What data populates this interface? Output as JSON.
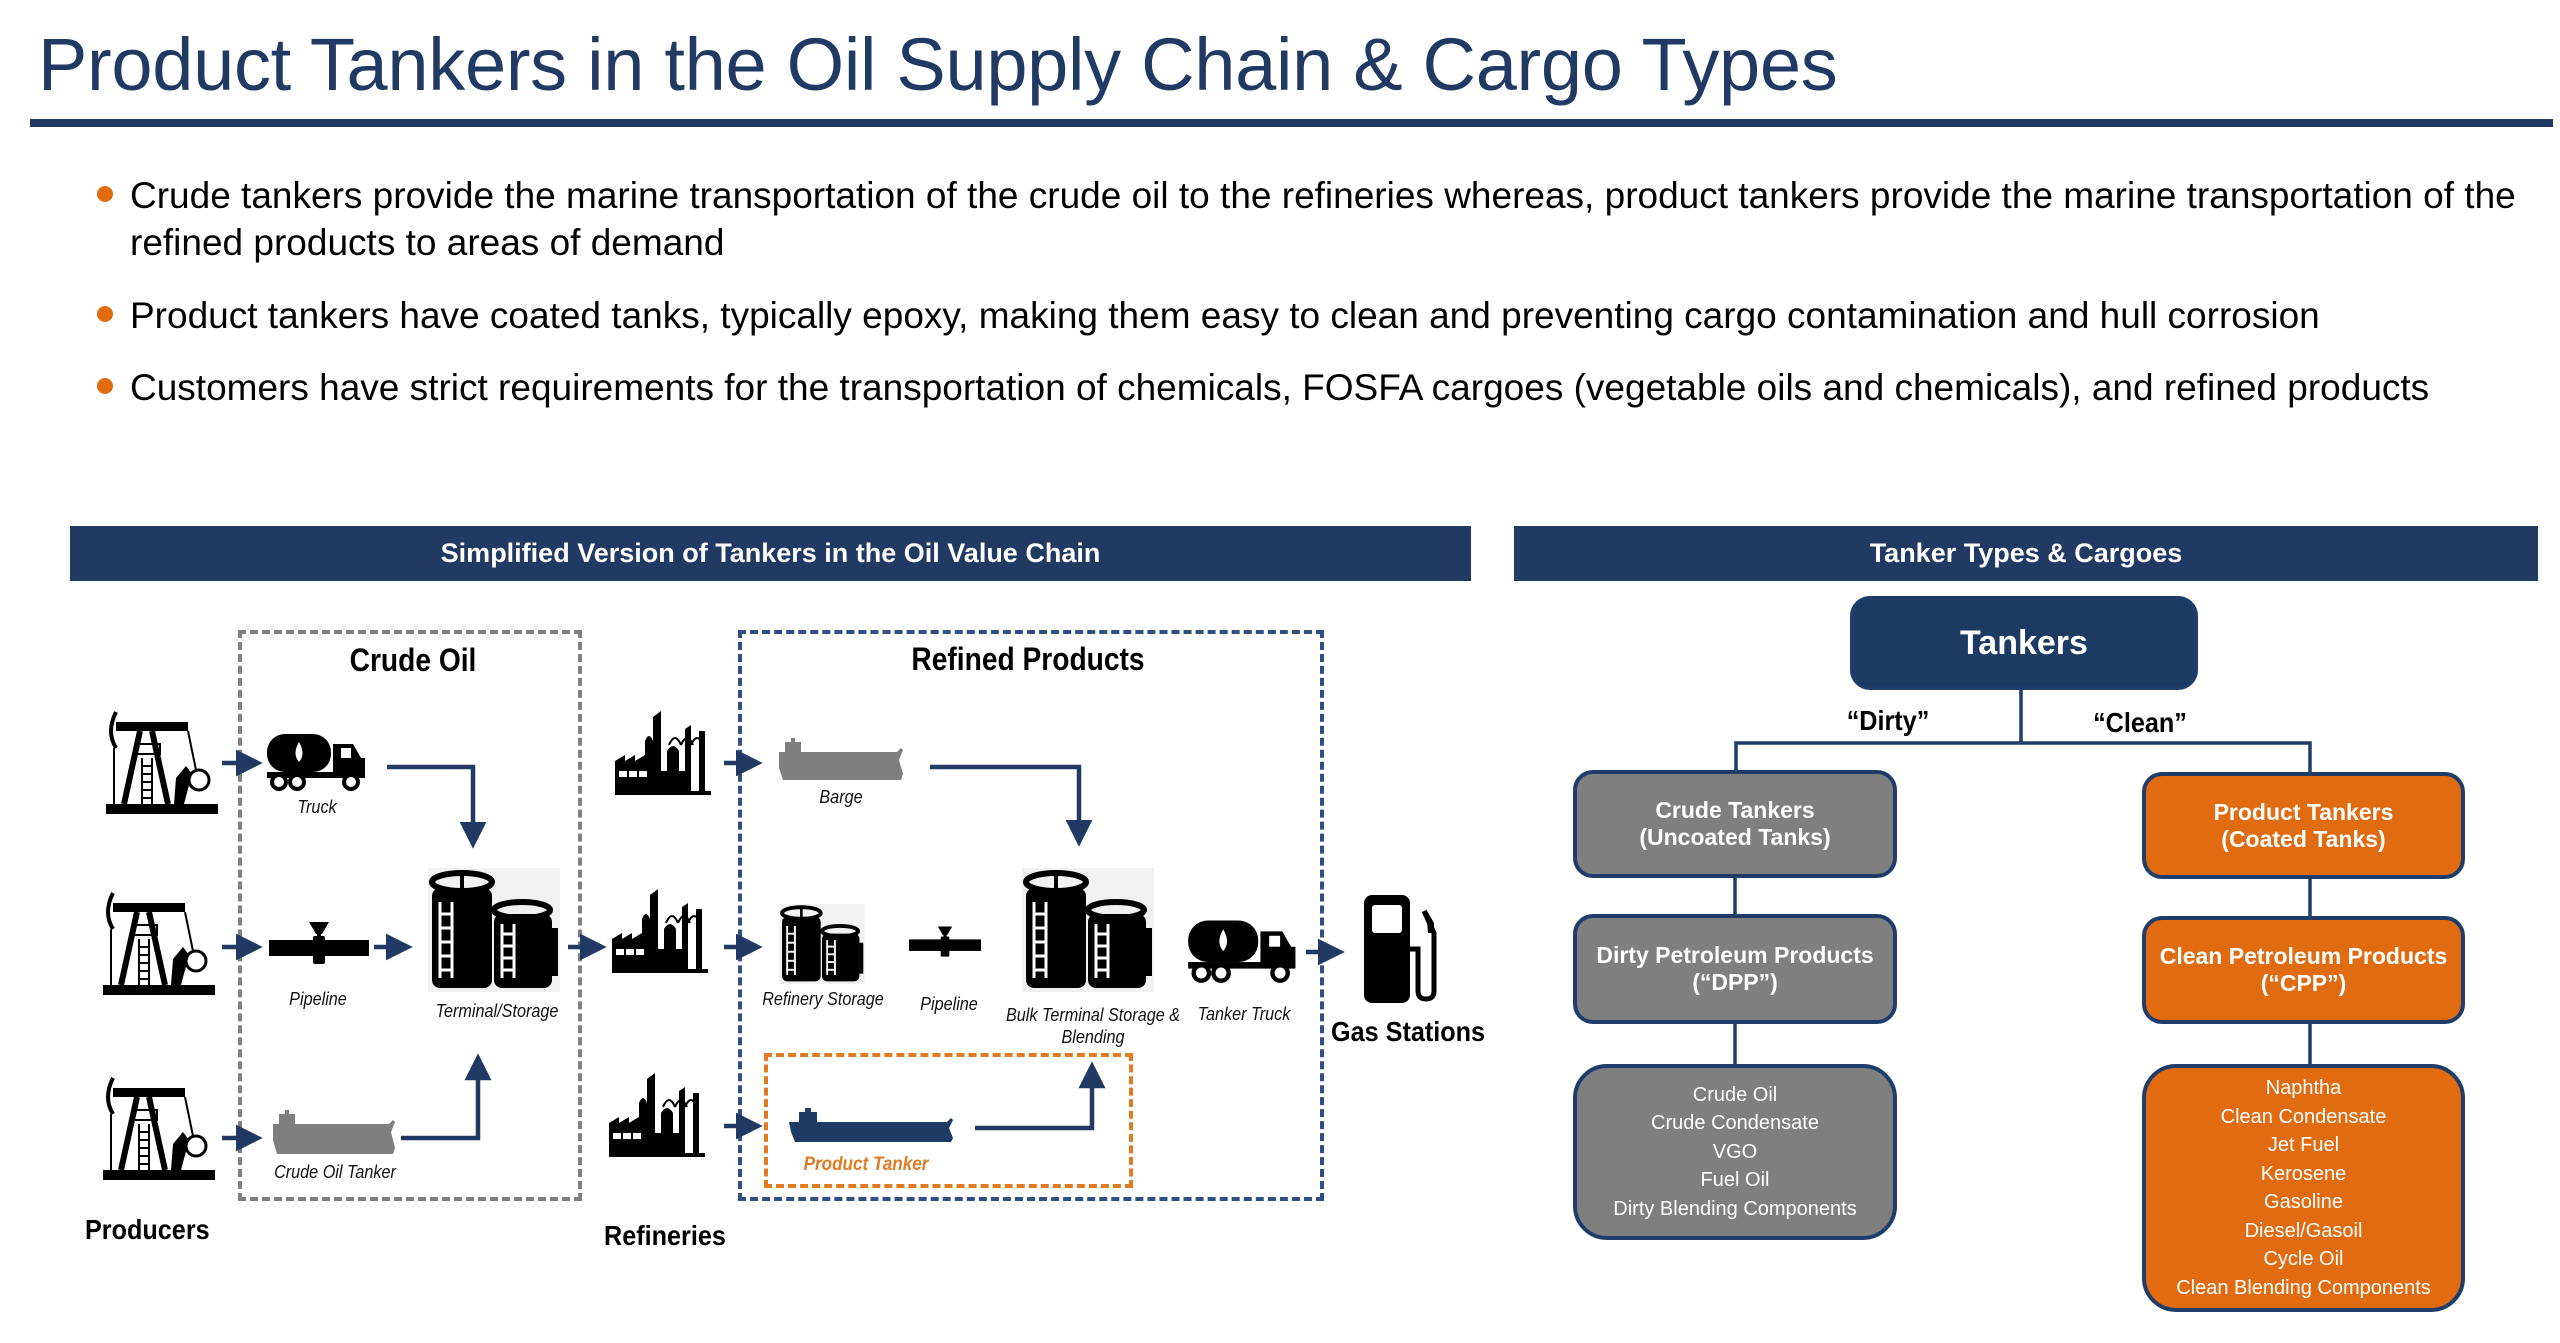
{
  "title": "Product Tankers in the Oil Supply Chain & Cargo Types",
  "bullets": [
    "Crude tankers provide the marine transportation of the crude oil to the refineries whereas, product tankers provide the marine transportation of the refined products to areas of demand",
    "Product tankers have coated tanks, typically epoxy, making them easy to clean and preventing cargo contamination and hull corrosion",
    "Customers have strict requirements for the transportation of chemicals, FOSFA cargoes (vegetable oils and chemicals), and refined products"
  ],
  "colors": {
    "navy": "#213a63",
    "orange": "#e06b10",
    "grey": "#7f7f7f",
    "crude_box_dash": "#808080",
    "refined_box_dash": "#2f4f85"
  },
  "value_chain": {
    "header": "Simplified Version of Tankers in the Oil Value Chain",
    "crude_box_title": "Crude Oil",
    "refined_box_title": "Refined Products",
    "producers_label": "Producers",
    "refineries_label": "Refineries",
    "gas_stations_label": "Gas Stations",
    "captions": {
      "truck": "Truck",
      "pipeline_crude": "Pipeline",
      "crude_oil_tanker": "Crude Oil Tanker",
      "terminal_storage": "Terminal/Storage",
      "barge": "Barge",
      "refinery_storage": "Refinery Storage",
      "pipeline_refined": "Pipeline",
      "bulk_terminal_line1": "Bulk Terminal Storage &",
      "bulk_terminal_line2": "Blending",
      "tanker_truck": "Tanker Truck",
      "product_tanker": "Product Tanker"
    },
    "icons": [
      "pump-jack-icon",
      "tanker-truck-icon",
      "pipeline-valve-icon",
      "ship-icon",
      "storage-tanks-icon",
      "refinery-icon",
      "gas-pump-icon",
      "arrow-icon"
    ]
  },
  "tanker_types": {
    "header": "Tanker Types & Cargoes",
    "root": "Tankers",
    "dirty_label": "“Dirty”",
    "clean_label": "“Clean”",
    "crude_tankers": {
      "line1": "Crude Tankers",
      "line2": "(Uncoated Tanks)"
    },
    "product_tankers": {
      "line1": "Product Tankers",
      "line2": "(Coated Tanks)"
    },
    "dpp": {
      "line1": "Dirty Petroleum Products",
      "line2": "(“DPP”)"
    },
    "cpp": {
      "line1": "Clean Petroleum Products",
      "line2": "(“CPP”)"
    },
    "dpp_cargoes": [
      "Crude Oil",
      "Crude Condensate",
      "VGO",
      "Fuel Oil",
      "Dirty Blending Components"
    ],
    "cpp_cargoes": [
      "Naphtha",
      "Clean Condensate",
      "Jet Fuel",
      "Kerosene",
      "Gasoline",
      "Diesel/Gasoil",
      "Cycle Oil",
      "Clean Blending Components"
    ]
  }
}
